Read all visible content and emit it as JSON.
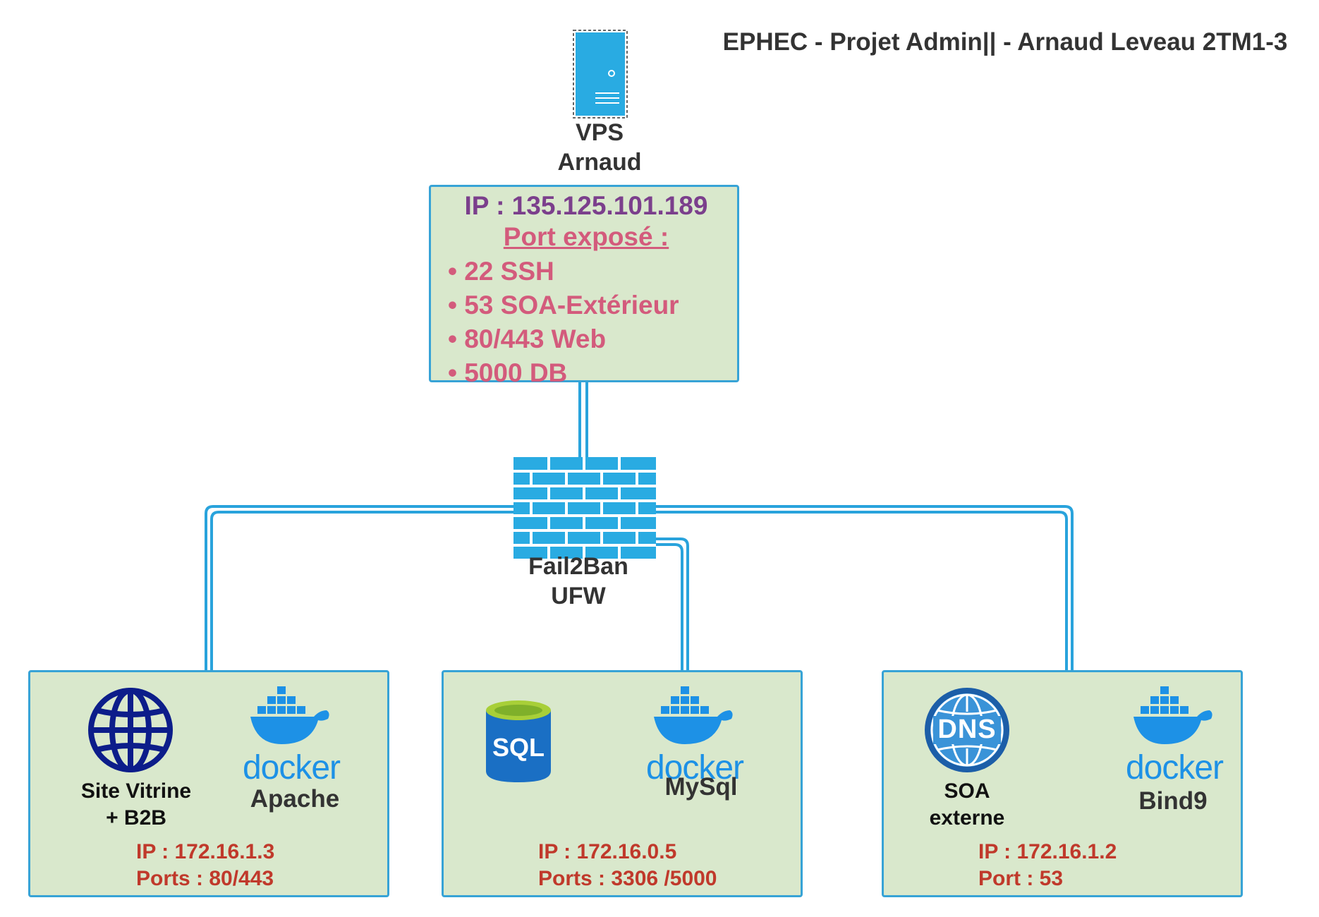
{
  "title": "EPHEC - Projet Admin|| - Arnaud Leveau 2TM1-3",
  "colors": {
    "wire": "#29a3dc",
    "box_fill": "#d9e8cc",
    "box_border": "#37a3d6",
    "ip_red": "#c0392b",
    "port_pink": "#d35b7c",
    "ip_purple": "#7b3f8c",
    "docker_blue": "#1d91e6",
    "globe_navy": "#0c1d8a"
  },
  "server": {
    "icon": "server-icon",
    "label_line1": "VPS",
    "label_line2": "Arnaud"
  },
  "vps": {
    "ip": "IP : 135.125.101.189",
    "ports_title": "Port exposé :",
    "ports": [
      "• 22 SSH",
      "• 53 SOA-Extérieur",
      "• 80/443 Web",
      "• 5000 DB"
    ]
  },
  "firewall": {
    "icon": "firewall-icon",
    "label_line1": "Fail2Ban",
    "label_line2": "UFW"
  },
  "nodes": [
    {
      "icon": "globe-icon",
      "label_line1": "Site Vitrine",
      "label_line2": "+ B2B",
      "docker_text": "docker",
      "service": "Apache",
      "ip": "IP : 172.16.1.3",
      "ports": "Ports : 80/443"
    },
    {
      "icon": "sql-database-icon",
      "icon_text": "SQL",
      "docker_text": "docker",
      "service": "MySql",
      "ip": "IP : 172.16.0.5",
      "ports": "Ports : 3306 /5000"
    },
    {
      "icon": "dns-icon",
      "icon_text": "DNS",
      "label_line1": "SOA",
      "label_line2": "externe",
      "docker_text": "docker",
      "service": "Bind9",
      "ip": "IP : 172.16.1.2",
      "ports": "Port : 53"
    }
  ]
}
